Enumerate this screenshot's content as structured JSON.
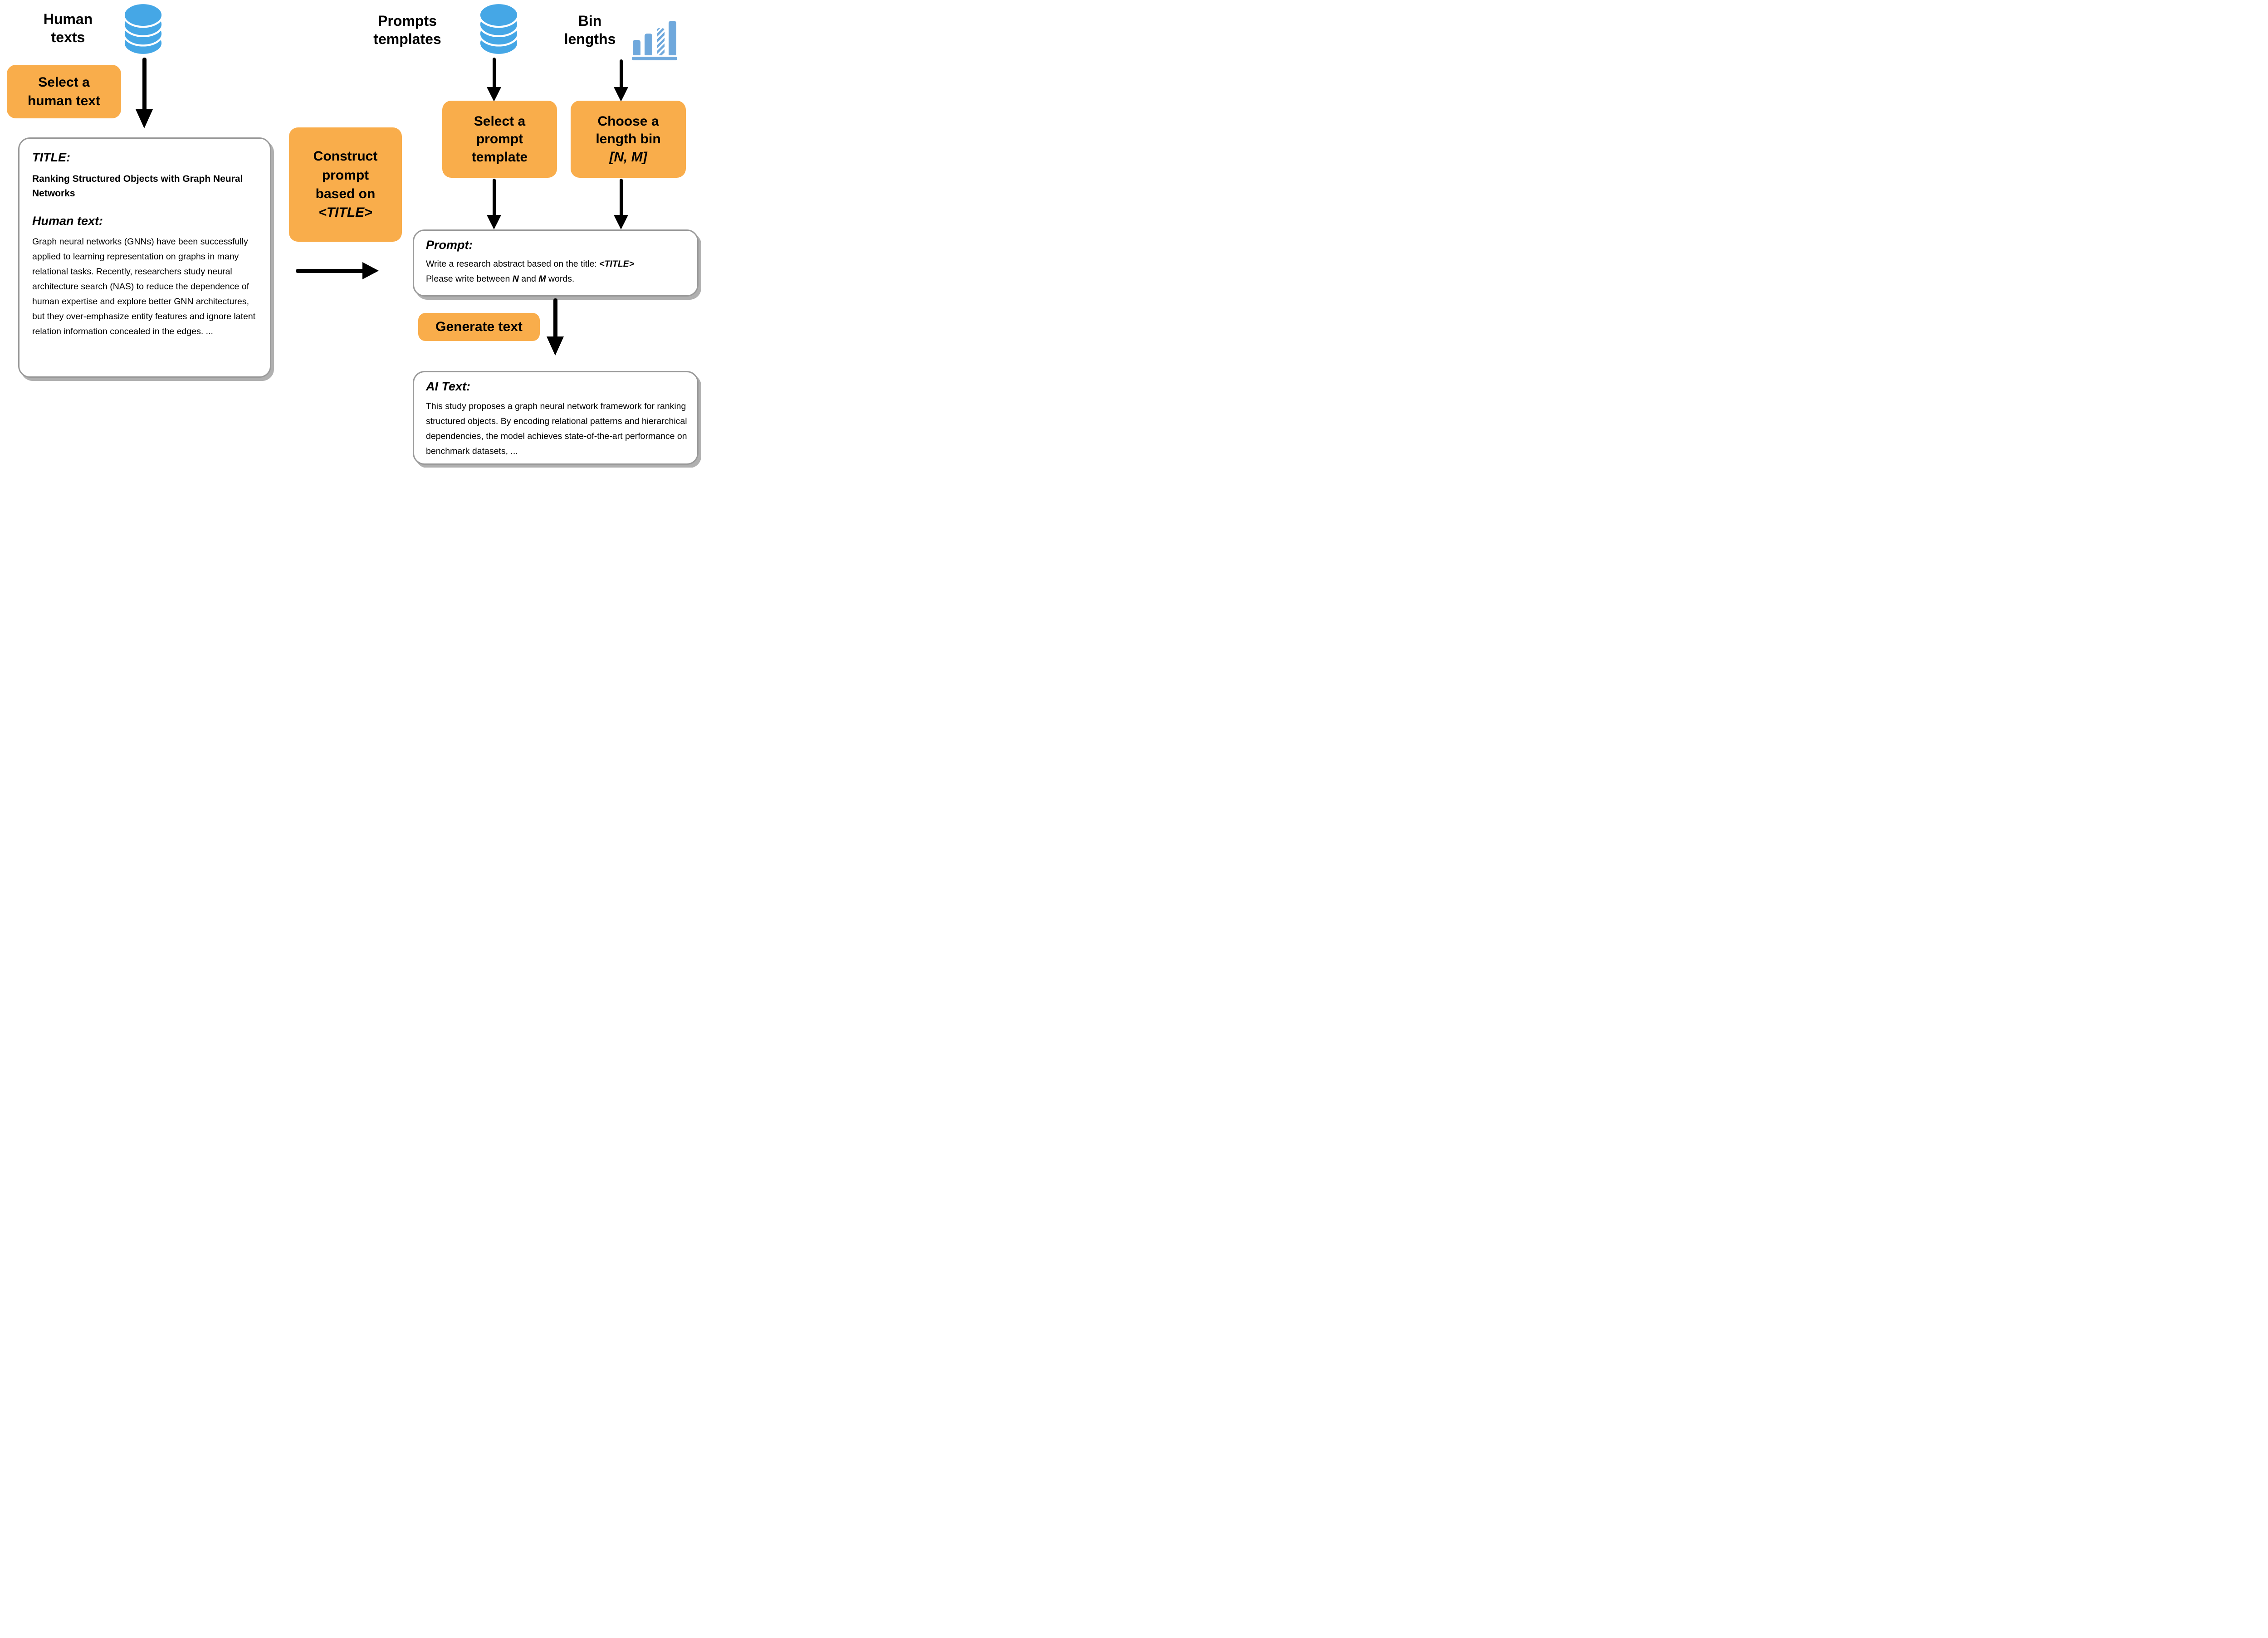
{
  "colors": {
    "orange": "#F9AD4B",
    "database_blue": "#45A7E6",
    "chart_blue": "#6FA8DC",
    "card_border": "#9A9A9A",
    "card_shadow": "#B0B0B0",
    "arrow_black": "#000000"
  },
  "left": {
    "source_label": {
      "lines": [
        "Human",
        "texts"
      ]
    },
    "select_action": {
      "lines": [
        "Select a",
        "human text"
      ]
    },
    "card": {
      "title_heading": "TITLE:",
      "title_value": "Ranking Structured Objects with Graph Neural Networks",
      "text_heading": "Human text:",
      "text_body": "Graph neural networks (GNNs) have been successfully applied to learning representation on graphs in many relational tasks. Recently, researchers study neural architecture search (NAS) to reduce the dependence of human expertise and explore better GNN architectures, but they over-emphasize entity features and ignore latent relation information concealed in the edges. ..."
    }
  },
  "middle": {
    "construct_action": {
      "lines": [
        "Construct",
        "prompt",
        "based on"
      ],
      "title_token": "<TITLE>"
    }
  },
  "right": {
    "templates_label": {
      "lines": [
        "Prompts",
        "templates"
      ]
    },
    "bins_label": {
      "lines": [
        "Bin",
        "lengths"
      ]
    },
    "select_template_action": {
      "lines": [
        "Select a",
        "prompt",
        "template"
      ]
    },
    "choose_bin_action": {
      "lines": [
        "Choose a",
        "length bin"
      ],
      "bin_token": "[N, M]"
    },
    "prompt_card": {
      "heading": "Prompt:",
      "line1_text": "Write a research abstract based on the title: ",
      "line1_token": "<TITLE>",
      "line2_part1": "Please write between ",
      "line2_n": "N",
      "line2_part2": " and ",
      "line2_m": "M",
      "line2_part3": " words."
    },
    "generate_action": "Generate text",
    "ai_card": {
      "heading": "AI Text:",
      "body": "This study proposes a graph neural network framework for ranking structured objects. By encoding relational patterns and hierarchical dependencies, the model achieves state-of-the-art performance on benchmark datasets, ..."
    }
  }
}
